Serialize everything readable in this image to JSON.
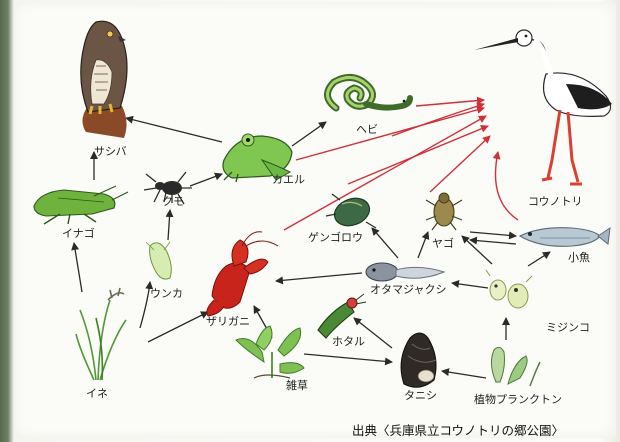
{
  "labels": {
    "sashiba": "サシバ",
    "kaeru": "カエル",
    "hebi": "ヘビ",
    "kounotori": "コウノトリ",
    "inago": "イナゴ",
    "kumo": "クモ",
    "genggorou": "ゲンゴロウ",
    "yago": "ヤゴ",
    "shouuo": "小魚",
    "unka": "ウンカ",
    "zarigani": "ザリガニ",
    "otamajakushi": "オタマジャクシ",
    "mijinko": "ミジンコ",
    "hotaru": "ホタル",
    "ine": "イネ",
    "zassou": "雑草",
    "tanishi": "タニシ",
    "plankton": "植物プランクトン"
  },
  "source": "出典〈兵庫県立コウノトリの郷公園〉",
  "colors": {
    "arrow_black": "#2a2a2a",
    "arrow_red": "#d0303a",
    "plant_green": "#4fa33a",
    "frog_green": "#6fc24a",
    "stork_leg": "#d94030",
    "crayfish": "#c8241c"
  }
}
